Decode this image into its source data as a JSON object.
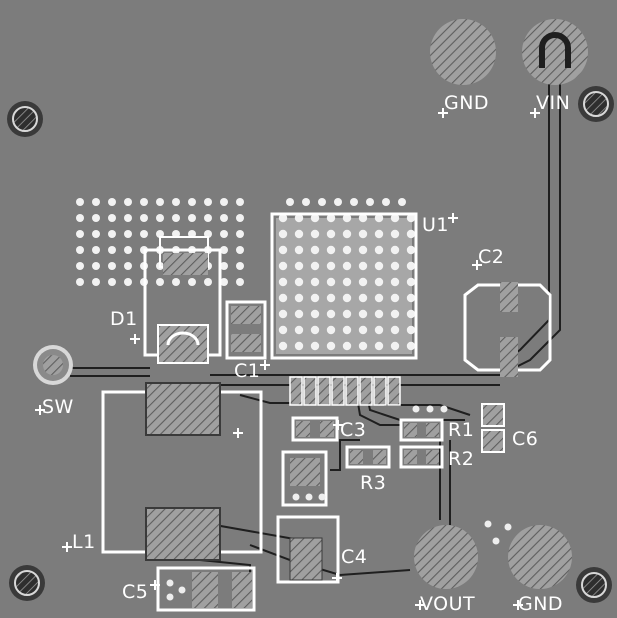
{
  "board": {
    "colors": {
      "background": "#7c7c7c",
      "silkscreen": "#ffffff",
      "copper": "#9a9a9a",
      "hatch": "#5a5a5a",
      "trace": "#1e1e1e",
      "drill": "#f0f0f0"
    }
  },
  "labels": {
    "gnd_top": "GND",
    "vin": "VIN",
    "u1": "U1",
    "c2": "C2",
    "d1": "D1",
    "c1": "C1",
    "sw": "SW",
    "c3": "C3",
    "r1": "R1",
    "c6": "C6",
    "r2": "R2",
    "r3": "R3",
    "l1": "L1",
    "c4": "C4",
    "c5": "C5",
    "vout": "VOUT",
    "gnd_bottom": "GND"
  }
}
